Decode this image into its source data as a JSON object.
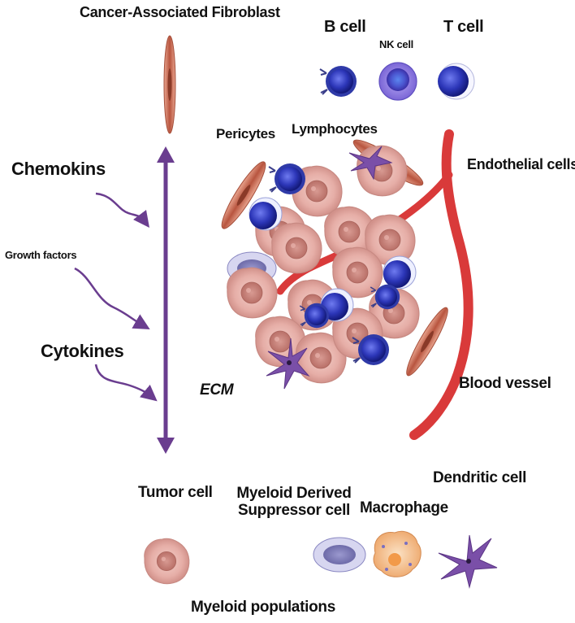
{
  "labels": {
    "caf": "Cancer-Associated Fibroblast",
    "b_cell": "B cell",
    "nk_cell": "NK cell",
    "t_cell": "T cell",
    "pericytes": "Pericytes",
    "lymphocytes": "Lymphocytes",
    "endothelial": "Endothelial cells",
    "chemokins": "Chemokins",
    "growth_factors": "Growth factors",
    "cytokines": "Cytokines",
    "ecm": "ECM",
    "blood_vessel": "Blood vessel",
    "tumor_cell": "Tumor cell",
    "mdsc_line1": "Myeloid Derived",
    "mdsc_line2": "Suppressor cell",
    "macrophage": "Macrophage",
    "dendritic": "Dendritic cell",
    "myeloid_populations": "Myeloid populations"
  },
  "colors": {
    "arrow": "#6a3d8f",
    "vessel": "#d93a3a",
    "tumor": "#e8b3ad",
    "tumor_nucleus": "#c9877f",
    "lymph_dark": "#1c1e8a",
    "lymph_mid": "#3a45c9",
    "nk": "#6b5fd6",
    "fibroblast": "#d5826a",
    "mdsc": "#8a88c2",
    "macrophage": "#f2b98a",
    "dendritic": "#7a4fa8"
  },
  "icons": [
    "fibroblast-icon",
    "b-cell-icon",
    "nk-cell-icon",
    "t-cell-icon",
    "tumor-cell-icon",
    "mdsc-icon",
    "macrophage-icon",
    "dendritic-cell-icon",
    "blood-vessel-icon"
  ]
}
